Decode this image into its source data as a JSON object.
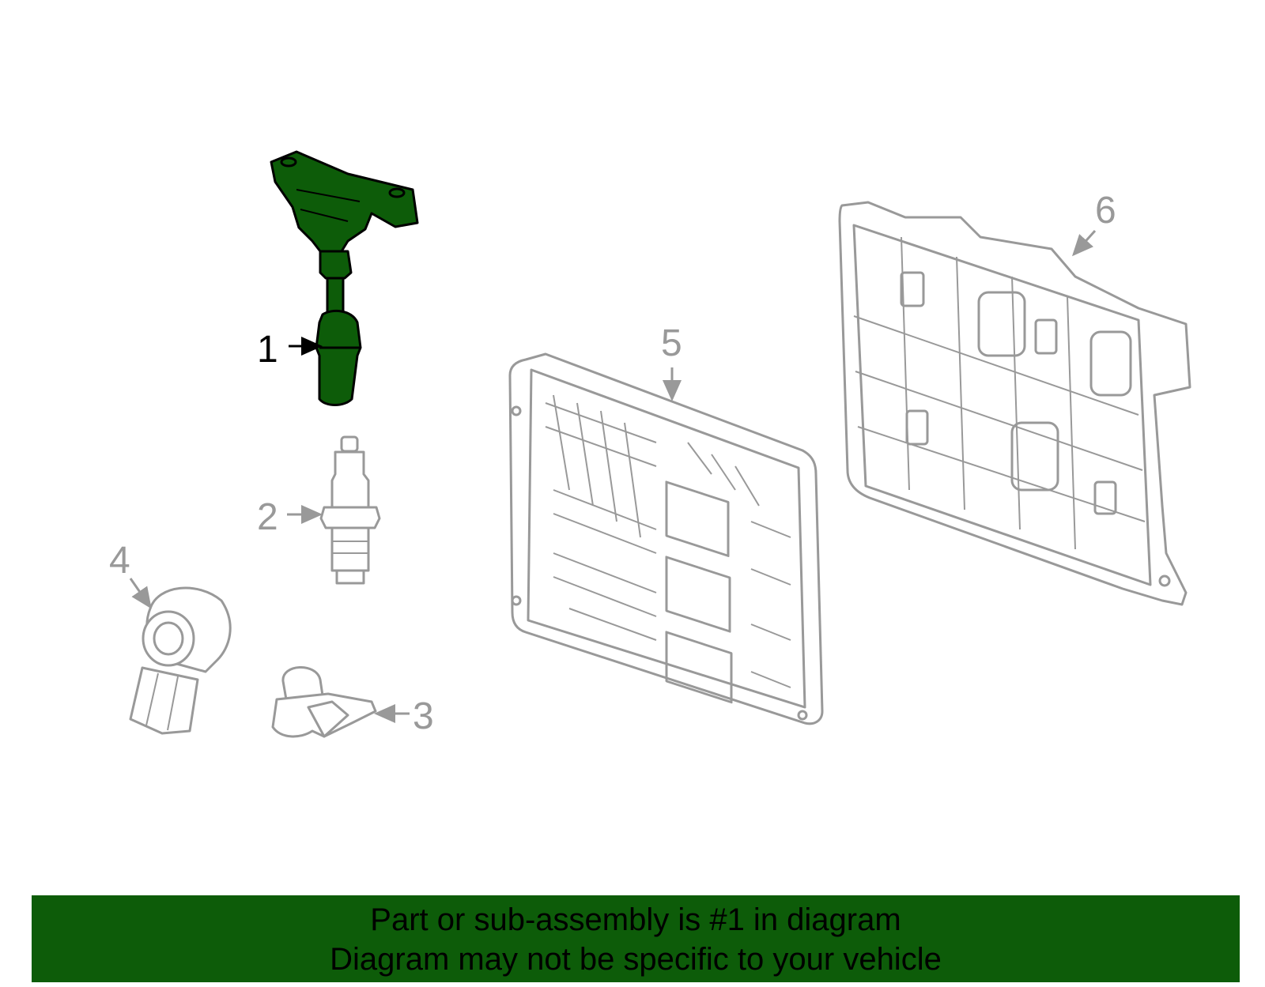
{
  "colors": {
    "highlight_fill": "#0d5c09",
    "part_stroke": "#999999",
    "highlight_stroke": "#000000",
    "banner_bg": "#0d5c09",
    "banner_text": "#000000"
  },
  "callouts": [
    {
      "number": "1",
      "part": "ignition-coil",
      "highlighted": true
    },
    {
      "number": "2",
      "part": "spark-plug",
      "highlighted": false
    },
    {
      "number": "3",
      "part": "sensor",
      "highlighted": false
    },
    {
      "number": "4",
      "part": "knock-sensor",
      "highlighted": false
    },
    {
      "number": "5",
      "part": "engine-control-module",
      "highlighted": false
    },
    {
      "number": "6",
      "part": "module-bracket",
      "highlighted": false
    }
  ],
  "footer": {
    "line1": "Part or sub-assembly is #1 in diagram",
    "line2": "Diagram may not be specific to your vehicle"
  }
}
